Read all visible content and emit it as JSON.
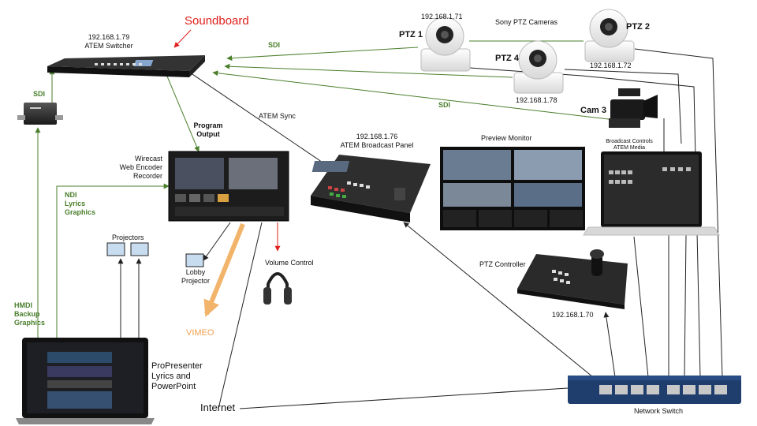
{
  "labels": {
    "soundboard": "Soundboard",
    "atem_switcher": "192.168.1.79\nATEM Switcher",
    "sdi_top": "SDI",
    "sdi_left": "SDI",
    "sdi_cam3": "SDI",
    "ptz1": "PTZ 1",
    "ptz1_ip": "192.168.1.71",
    "sony": "Sony PTZ Cameras",
    "ptz2": "PTZ 2",
    "ptz2_ip": "192.168.1.72",
    "ptz4": "PTZ 4",
    "ptz4_ip": "192.168.1.78",
    "cam3": "Cam 3",
    "atem_sync": "ATEM Sync",
    "program_output": "Program\nOutput",
    "wirecast": "Wirecast\nWeb Encoder\nRecorder",
    "broadcast_panel": "192.168.1.76\nATEM Broadcast Panel",
    "preview_monitor": "Preview Monitor",
    "broadcast_controls": "Broadcast Controls\nATEM Media",
    "ndi": "NDI\nLyrics\nGraphics",
    "projectors": "Projectors",
    "lobby_projector": "Lobby\nProjector",
    "volume_control": "Volume Control",
    "vimeo": "VIMEO",
    "hdmi": "HMDI\nBackup\nGraphics",
    "propresenter": "ProPresenter\nLyrics and\nPowerPoint",
    "ptz_controller": "PTZ Controller",
    "ptz_controller_ip": "192.168.1.70",
    "internet": "Internet",
    "network_switch": "Network Switch"
  },
  "colors": {
    "green_line": "#4a7f2c",
    "black_line": "#222222",
    "red_arrow": "#e0201b",
    "orange_arrow": "#f2b46a",
    "projector_fill": "#c8dcf0"
  },
  "icons": [
    "atem-switcher-icon",
    "sdi-converter-icon",
    "ptz-camera-icon",
    "camcorder-icon",
    "wirecast-monitor-icon",
    "broadcast-panel-icon",
    "preview-monitor-icon",
    "laptop-icon",
    "projector-icon",
    "headphones-icon",
    "ptz-controller-icon",
    "network-switch-icon"
  ]
}
